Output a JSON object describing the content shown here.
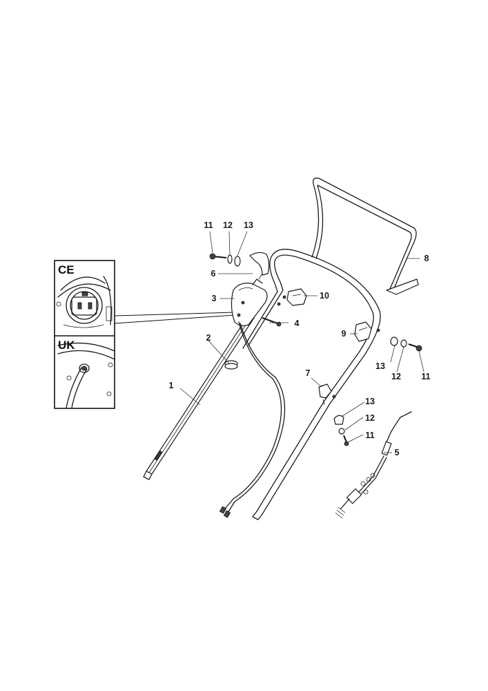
{
  "inset": {
    "top_label": "CE",
    "bottom_label": "UK"
  },
  "callouts": [
    {
      "id": "c1",
      "text": "1"
    },
    {
      "id": "c2",
      "text": "2"
    },
    {
      "id": "c3",
      "text": "3"
    },
    {
      "id": "c4",
      "text": "4"
    },
    {
      "id": "c5",
      "text": "5"
    },
    {
      "id": "c6",
      "text": "6"
    },
    {
      "id": "c7",
      "text": "7"
    },
    {
      "id": "c8",
      "text": "8"
    },
    {
      "id": "c9",
      "text": "9"
    },
    {
      "id": "c10",
      "text": "10"
    },
    {
      "id": "c11a",
      "text": "11"
    },
    {
      "id": "c12a",
      "text": "12"
    },
    {
      "id": "c13a",
      "text": "13"
    },
    {
      "id": "c11b",
      "text": "11"
    },
    {
      "id": "c12b",
      "text": "12"
    },
    {
      "id": "c13b",
      "text": "13"
    },
    {
      "id": "c11c",
      "text": "11"
    },
    {
      "id": "c12c",
      "text": "12"
    },
    {
      "id": "c13c",
      "text": "13"
    }
  ]
}
